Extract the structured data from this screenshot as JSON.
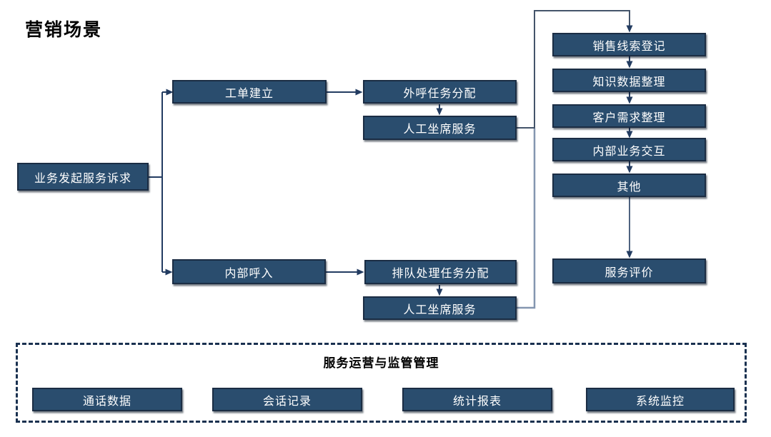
{
  "title": "营销场景",
  "colors": {
    "box_fill": "#2A4D6E",
    "box_border": "#1B2D44",
    "box_text": "#FFFFFF",
    "arrow_dark": "#233C61",
    "trunk_slate": "#44546A",
    "trunk_light": "#8496B0",
    "panel_dashed_border": "#1A3150"
  },
  "flow": {
    "start": {
      "label": "业务发起服务诉求"
    },
    "branch_top": {
      "label": "工单建立"
    },
    "outbound_task": {
      "label": "外呼任务分配"
    },
    "agent_service_top": {
      "label": "人工坐席服务"
    },
    "branch_bottom": {
      "label": "内部呼入"
    },
    "queue_task": {
      "label": "排队处理任务分配"
    },
    "agent_service_bottom": {
      "label": "人工坐席服务"
    },
    "right_column": [
      {
        "label": "销售线索登记"
      },
      {
        "label": "知识数据整理"
      },
      {
        "label": "客户需求整理"
      },
      {
        "label": "内部业务交互"
      },
      {
        "label": "其他"
      }
    ],
    "evaluation": {
      "label": "服务评价"
    }
  },
  "operations_panel": {
    "title": "服务运营与监管管理",
    "items": [
      {
        "label": "通话数据"
      },
      {
        "label": "会话记录"
      },
      {
        "label": "统计报表"
      },
      {
        "label": "系统监控"
      }
    ]
  }
}
